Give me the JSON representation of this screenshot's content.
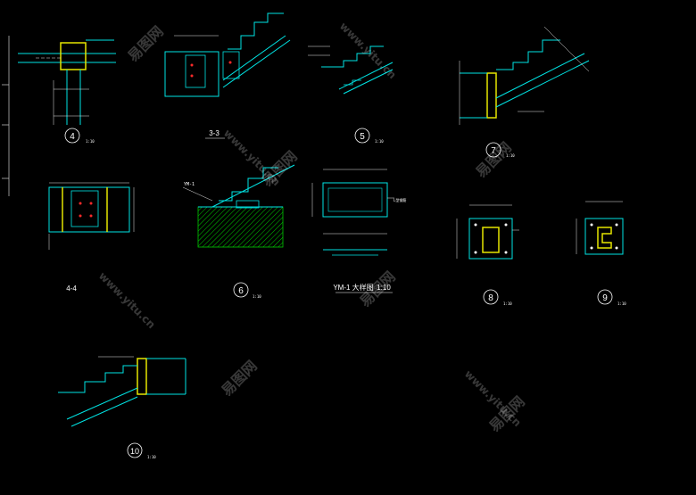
{
  "colors": {
    "background": "#000000",
    "steel": "#00e5e5",
    "hatch": "#00c800",
    "dim": "#e8e8e8",
    "yellow": "#e6e600",
    "red": "#ff2a2a",
    "white": "#ffffff"
  },
  "details": {
    "d4": {
      "number": "4",
      "scale": "1:10"
    },
    "d33": {
      "label": "3-3"
    },
    "d5": {
      "number": "5",
      "scale": "1:10"
    },
    "d7": {
      "number": "7",
      "scale": "1:10"
    },
    "d44": {
      "label": "4-4"
    },
    "d6": {
      "number": "6",
      "scale": "1:10",
      "tag": "YM-1"
    },
    "ym1": {
      "label": "YM-1 大样图",
      "scale": "1:10",
      "callout": "L型钢筋"
    },
    "d8": {
      "number": "8",
      "scale": "1:10"
    },
    "d9": {
      "number": "9",
      "scale": "1:10"
    },
    "d10": {
      "number": "10",
      "scale": "1:10"
    }
  },
  "watermark": {
    "brand_cn": "易图网",
    "brand_url": "www.yitu.cn"
  }
}
